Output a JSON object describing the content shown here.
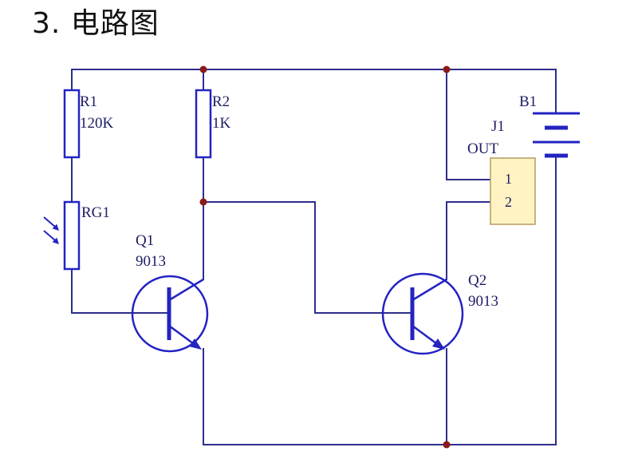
{
  "title": "3. 电路图",
  "components": {
    "r1": {
      "ref": "R1",
      "value": "120K"
    },
    "r2": {
      "ref": "R2",
      "value": "1K"
    },
    "rg1": {
      "ref": "RG1"
    },
    "q1": {
      "ref": "Q1",
      "value": "9013"
    },
    "q2": {
      "ref": "Q2",
      "value": "9013"
    },
    "b1": {
      "ref": "B1"
    },
    "j1": {
      "ref": "J1",
      "value": "OUT",
      "pins": [
        "1",
        "2"
      ]
    }
  },
  "colors": {
    "wire": "#2e2e8c",
    "symbol": "#2323c2",
    "junction": "#8b1a1a",
    "label": "#1c1c66",
    "connector_fill": "#fff3c4",
    "connector_border": "#b89b5e",
    "title": "#111111"
  }
}
